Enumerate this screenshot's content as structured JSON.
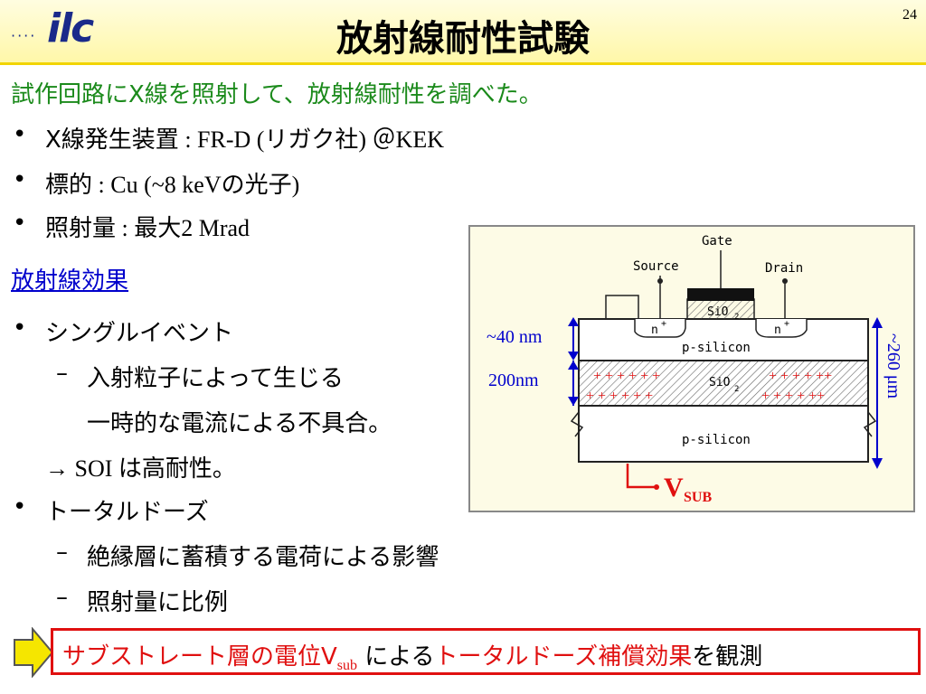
{
  "header": {
    "dots": "····",
    "logo": "ilc",
    "title": "放射線耐性試験",
    "page_number": "24"
  },
  "intro": "試作回路にX線を照射して、放射線耐性を調べた。",
  "bullets": [
    {
      "label": "X線発生装置",
      "value": " : FR-D (リガク社) ＠KEK"
    },
    {
      "label": "標的",
      "value": " : Cu (~8 keVの光子)"
    },
    {
      "label": "照射量",
      "value": " : 最大2 Mrad"
    }
  ],
  "section_heading": "放射線効果",
  "effects": {
    "single_event": "シングルイベント",
    "single_event_sub1": "入射粒子によって生じる",
    "single_event_sub2": "一時的な電流による不具合。",
    "soi_note": "→ SOI は高耐性。",
    "total_dose": "トータルドーズ",
    "total_dose_sub1": "絶縁層に蓄積する電荷による影響",
    "total_dose_sub2": "照射量に比例"
  },
  "diagram": {
    "gate": "Gate",
    "source": "Source",
    "drain": "Drain",
    "oxide_top": "SiO",
    "oxide_top_sub": "2",
    "n_plus_left": "n",
    "n_plus_right": "n",
    "plus_sup": "+",
    "p_silicon_top": "p-silicon",
    "p_silicon_bottom": "p-silicon",
    "box_label": "SiO",
    "box_label_sub": "2",
    "charges_row1_left": "+ + + + +  +",
    "charges_row1_right": "+ + + + ++",
    "charges_row2_left": "+ + + + +   +",
    "charges_row2_right": "+ + + + ++",
    "dim_40nm": "~40 nm",
    "dim_200nm": "200nm",
    "dim_260um": "~260 μm",
    "vsub_main": "V",
    "vsub_sub": "SUB"
  },
  "banner": {
    "part1": "サブストレート層の電位V",
    "part1_sub": "sub",
    "part2": " による",
    "part3": "トータルドーズ補償効果",
    "part4": "を観測"
  },
  "colors": {
    "header_bg": "#fff7a6",
    "header_rule": "#f2d400",
    "intro_green": "#1b8a1b",
    "heading_blue": "#0000cc",
    "dimension_blue": "#0000cc",
    "banner_red": "#e01010",
    "arrow_yellow": "#f5e600"
  }
}
